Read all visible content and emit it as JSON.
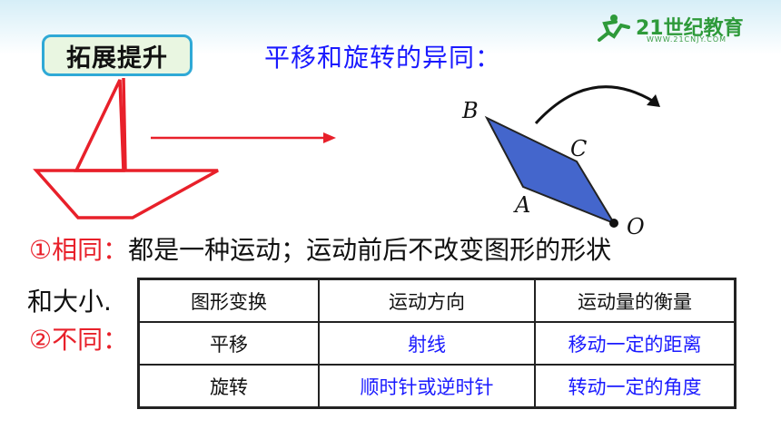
{
  "section_badge": "拓展提升",
  "heading": "平移和旋转的异同：",
  "logo": {
    "name": "21世纪教育",
    "subtext": "WWW.21CNJY.COM",
    "color": "#2e9a3a"
  },
  "figure_labels": {
    "b": "B",
    "c": "C",
    "a": "A",
    "o": "O"
  },
  "colors": {
    "accent_red": "#e8202a",
    "accent_blue": "#1a1aff",
    "rhombus_fill": "#4466cc",
    "badge_border": "#2fa9d6"
  },
  "same": {
    "marker": "①相同：",
    "text": "都是一种运动；运动前后不改变图形的形状"
  },
  "same_continued": "和大小.",
  "different": {
    "marker": "②不同："
  },
  "table": {
    "headers": [
      "图形变换",
      "运动方向",
      "运动量的衡量"
    ],
    "rows": [
      [
        "平移",
        "射线",
        "移动一定的距离"
      ],
      [
        "旋转",
        "顺时针或逆时针",
        "转动一定的角度"
      ]
    ]
  }
}
